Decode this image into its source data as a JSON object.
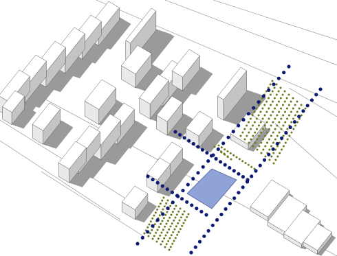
{
  "colors": {
    "background": "#ffffff",
    "roof": "#ffffff",
    "wall_light": "#e9e9e9",
    "wall_mid": "#c4c4c4",
    "shadow": "#9a9a9a",
    "edge": "#555555",
    "site_fill": "#8fa3d8",
    "site_edge": "#4d5f9a",
    "primary_route_dot": "#0d1a73",
    "secondary_route_dot": "#6d7a1e",
    "ground_line": "#8a8a8a"
  },
  "icons": {
    "primary_route": "blue-dot-line",
    "secondary_route": "olive-dot-line",
    "site": "blue-square-plot"
  }
}
